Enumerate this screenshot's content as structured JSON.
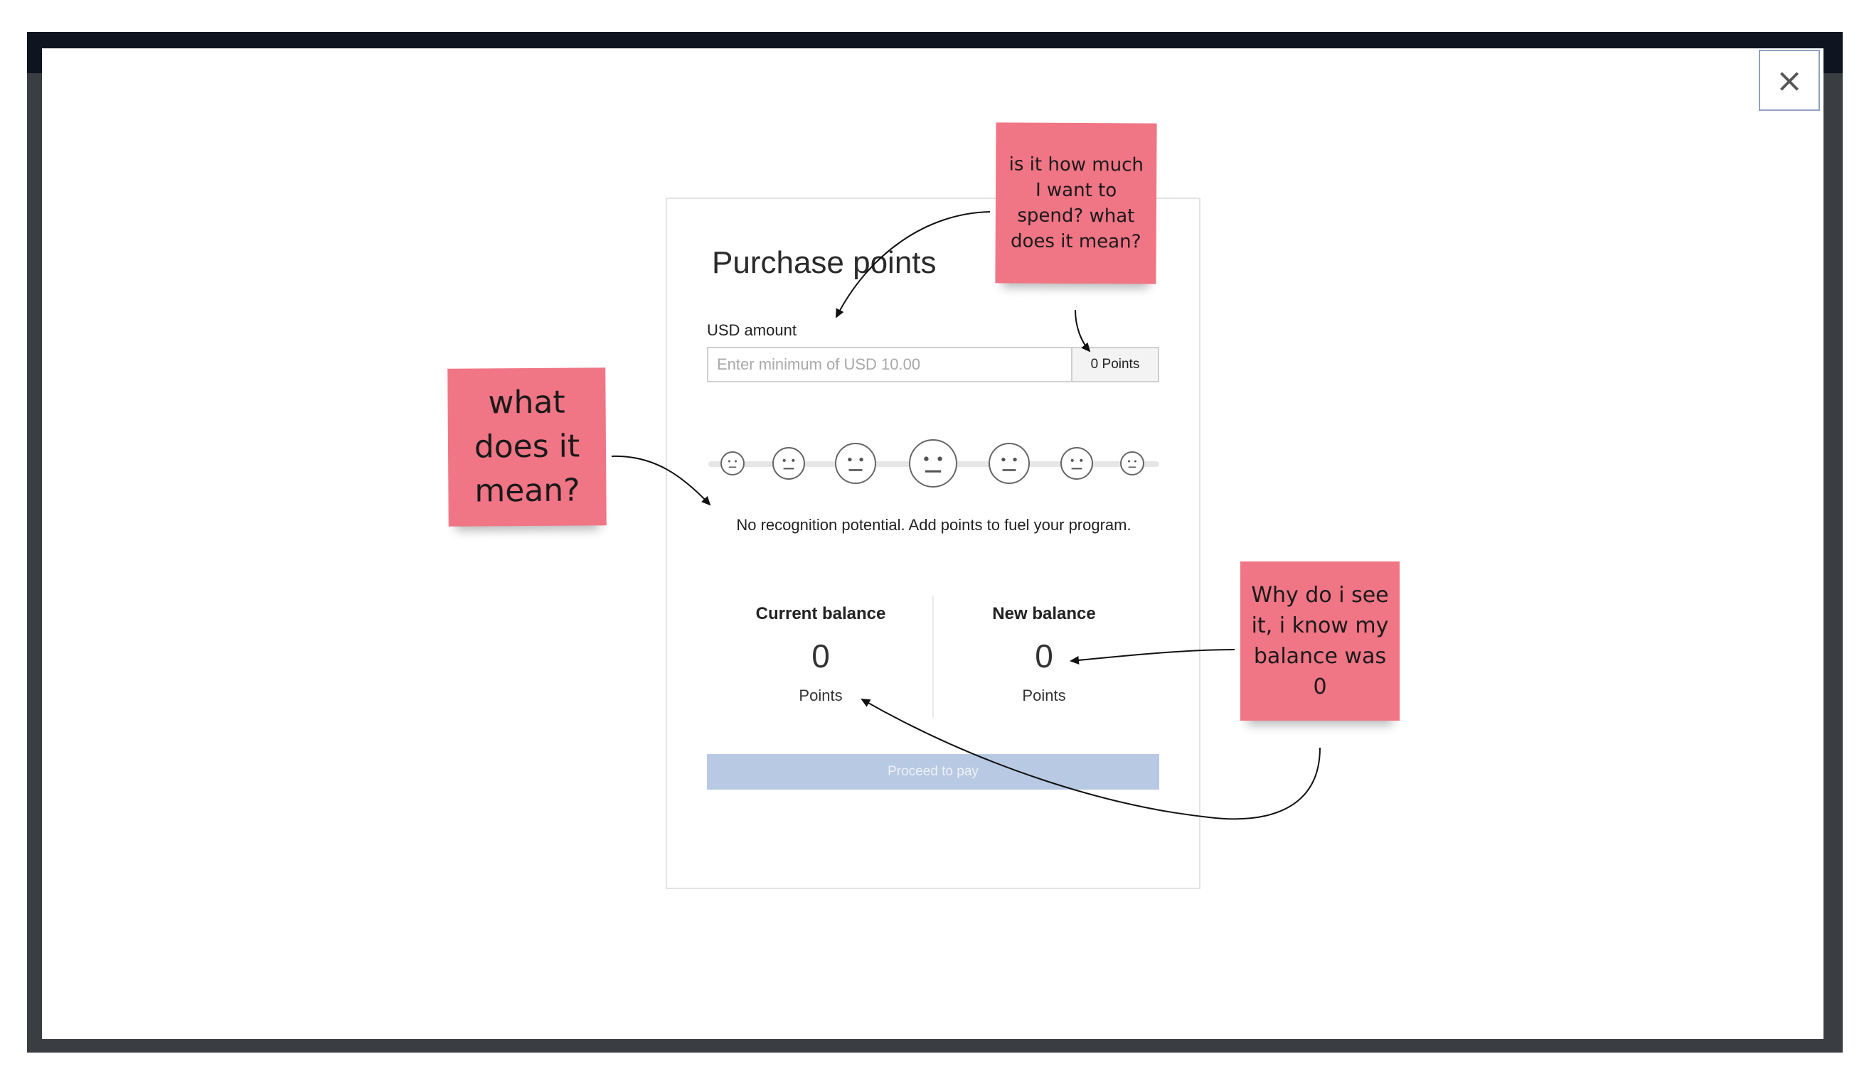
{
  "modal": {
    "close_label": "×"
  },
  "purchase": {
    "title": "Purchase points",
    "usd_label": "USD amount",
    "usd_value": "",
    "usd_placeholder": "Enter minimum of USD 10.00",
    "points_addon": "0 Points",
    "recognition_text": "No recognition potential. Add points to fuel your program.",
    "current_balance": {
      "title": "Current balance",
      "value": "0",
      "unit": "Points"
    },
    "new_balance": {
      "title": "New balance",
      "value": "0",
      "unit": "Points"
    },
    "proceed_label": "Proceed to pay"
  },
  "notes": {
    "note1_lines": [
      "is it how much",
      "I want to",
      "spend? what",
      "does it mean?"
    ],
    "note2_lines": [
      "what",
      "does it",
      "mean?"
    ],
    "note3_lines": [
      "Why do i see",
      "it, i know my",
      "balance was",
      "0"
    ]
  },
  "colors": {
    "sticky": "#f07585",
    "button_disabled": "#b8c9e3",
    "close_border": "#8fa2bf"
  },
  "icons": [
    "close-icon",
    "neutral-face-icon"
  ]
}
